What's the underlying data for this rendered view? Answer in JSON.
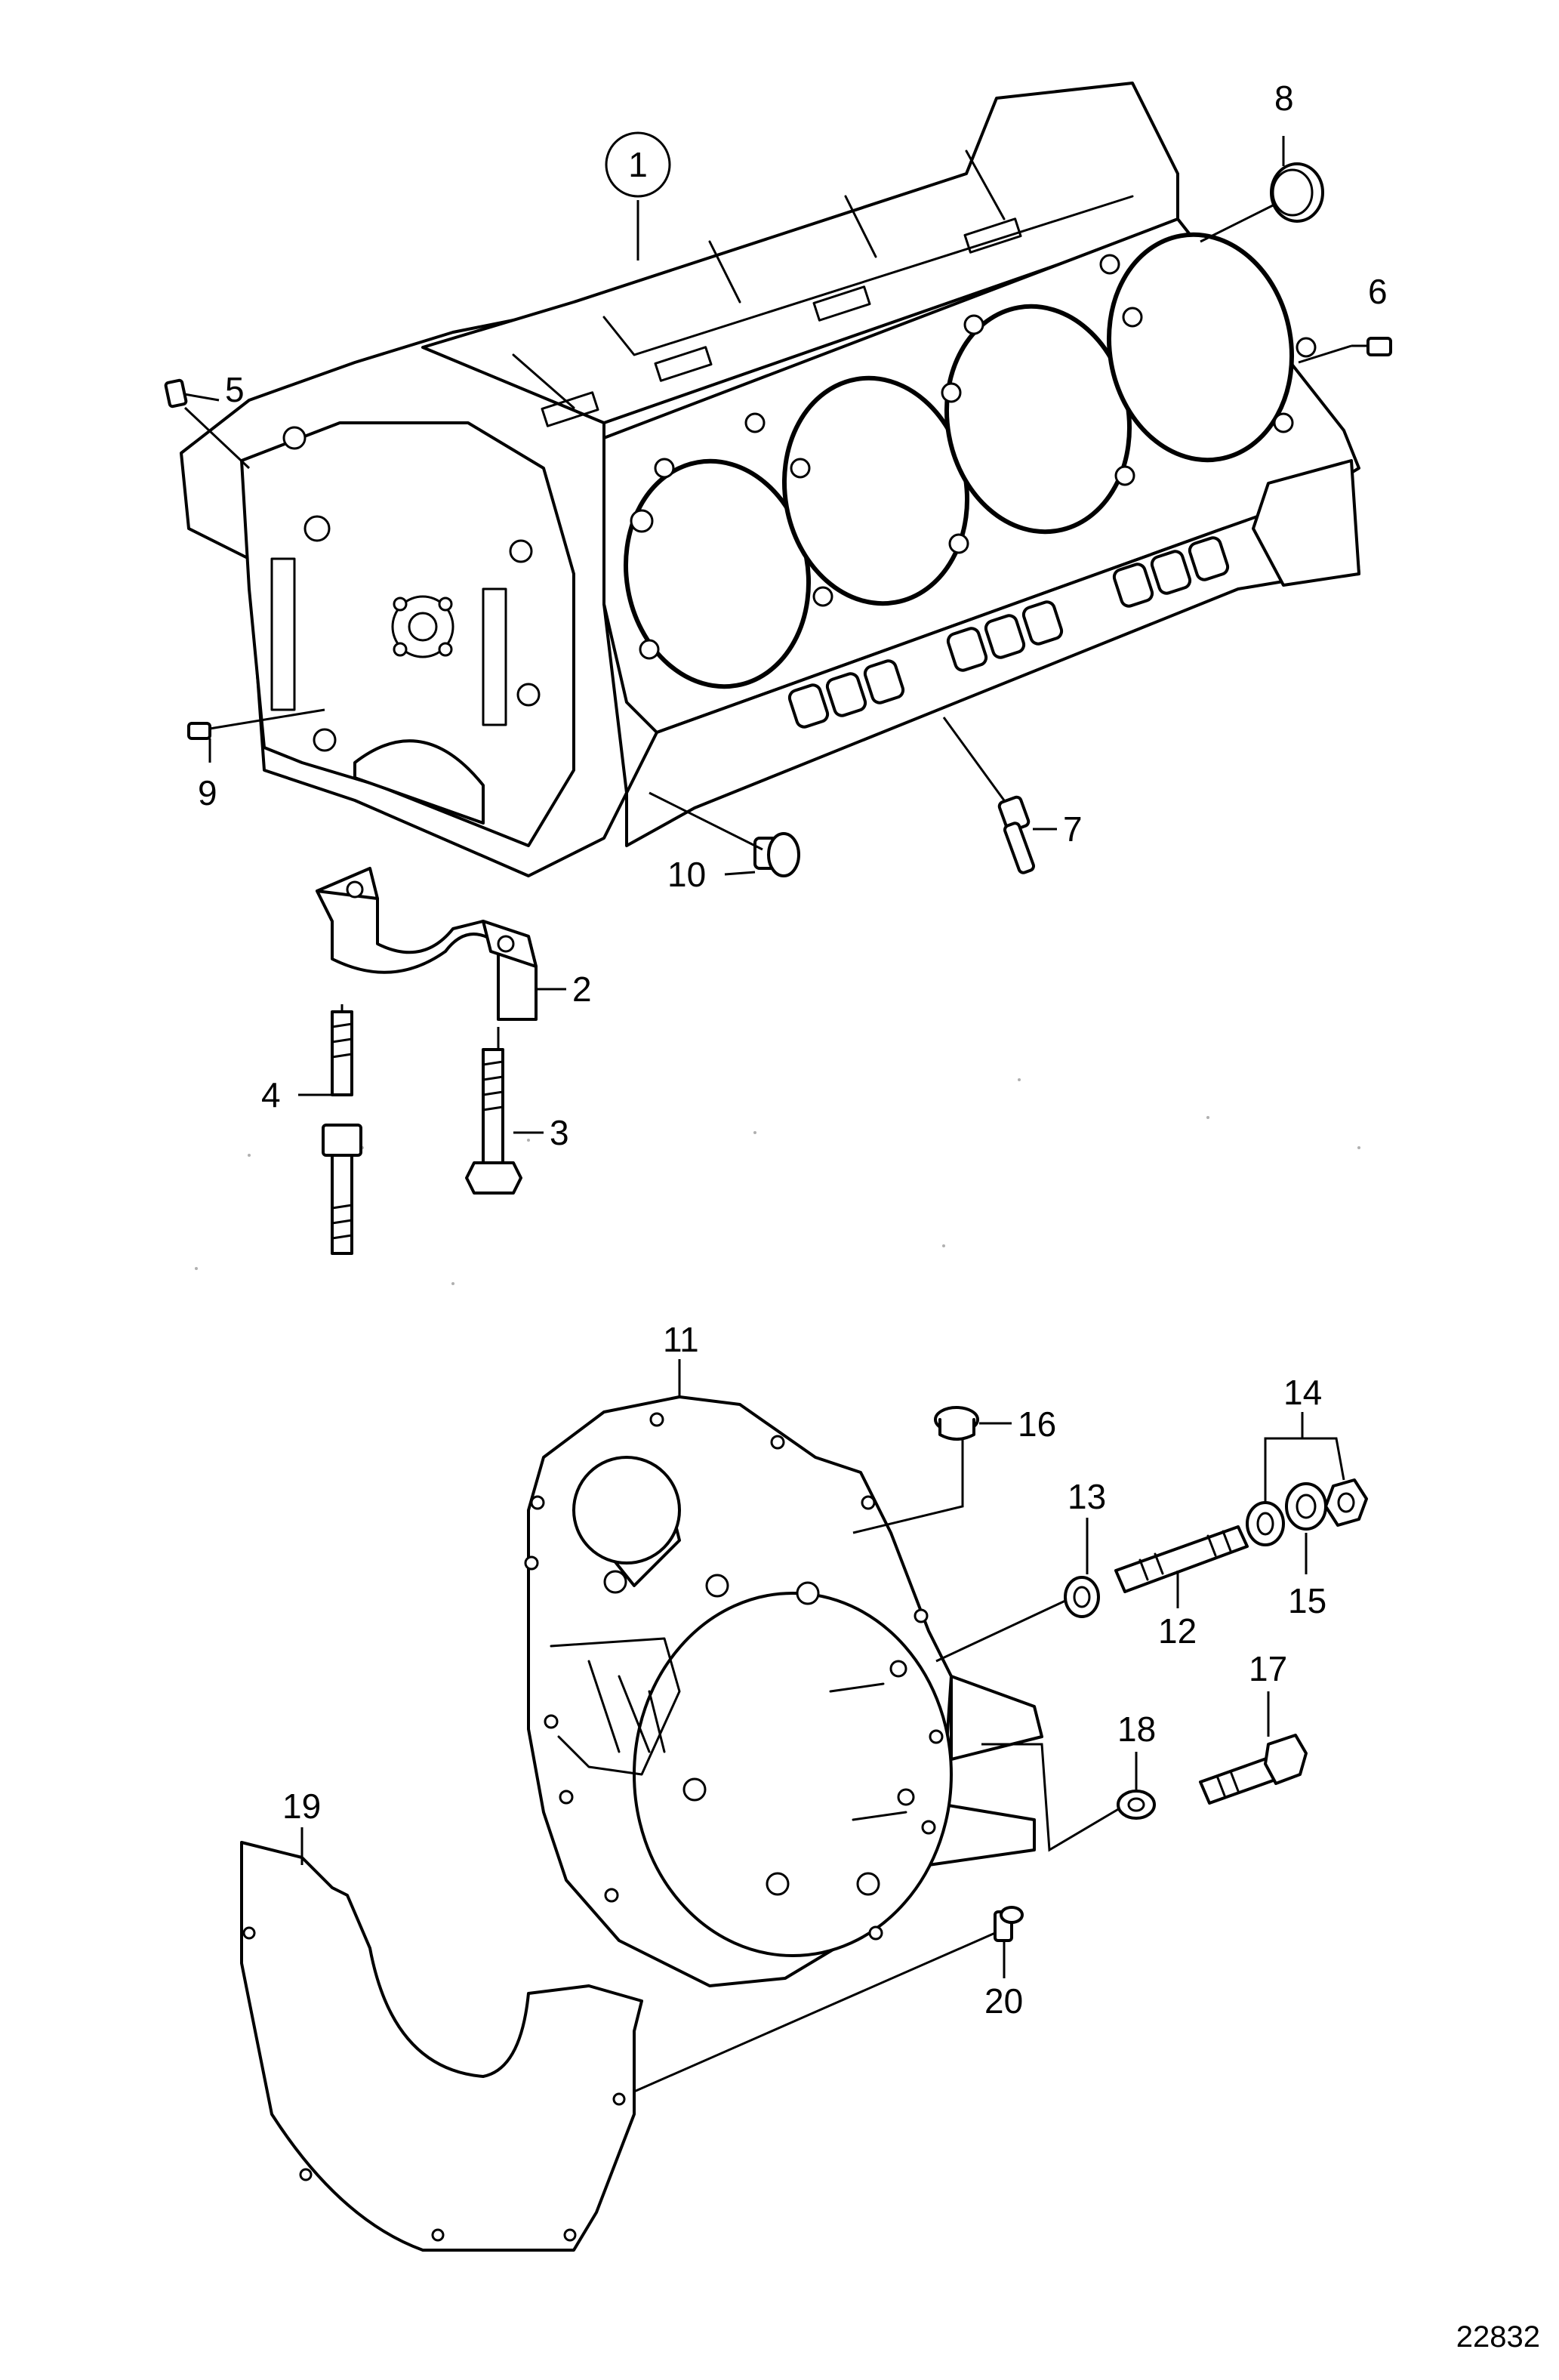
{
  "figure_number": "22832",
  "callouts": [
    {
      "id": "c1",
      "label": "1",
      "circled": true
    },
    {
      "id": "c2",
      "label": "2"
    },
    {
      "id": "c3",
      "label": "3"
    },
    {
      "id": "c4",
      "label": "4"
    },
    {
      "id": "c5",
      "label": "5"
    },
    {
      "id": "c6",
      "label": "6"
    },
    {
      "id": "c7",
      "label": "7"
    },
    {
      "id": "c8",
      "label": "8"
    },
    {
      "id": "c9",
      "label": "9"
    },
    {
      "id": "c10",
      "label": "10"
    },
    {
      "id": "c11",
      "label": "11"
    },
    {
      "id": "c12",
      "label": "12"
    },
    {
      "id": "c13",
      "label": "13"
    },
    {
      "id": "c14",
      "label": "14"
    },
    {
      "id": "c15",
      "label": "15"
    },
    {
      "id": "c16",
      "label": "16"
    },
    {
      "id": "c17",
      "label": "17"
    },
    {
      "id": "c18",
      "label": "18"
    },
    {
      "id": "c19",
      "label": "19"
    },
    {
      "id": "c20",
      "label": "20"
    }
  ]
}
